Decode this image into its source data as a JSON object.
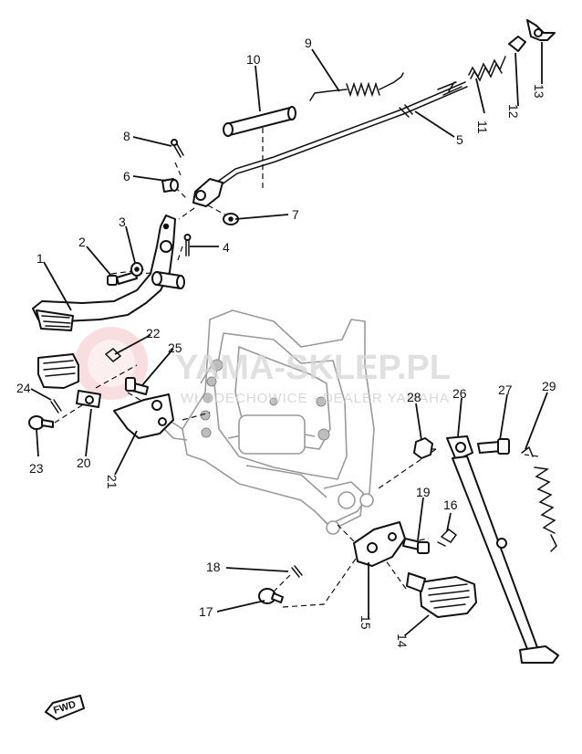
{
  "watermark": {
    "brand": "YAMA-SKLEP.PL",
    "tagline": "WŁODECHOWICE - DEALER YAMAHA"
  },
  "direction_badge": "FWD",
  "callouts": [
    "1",
    "2",
    "3",
    "4",
    "5",
    "6",
    "7",
    "8",
    "9",
    "10",
    "11",
    "12",
    "13",
    "14",
    "15",
    "16",
    "17",
    "18",
    "19",
    "20",
    "21",
    "22",
    "23",
    "24",
    "25",
    "26",
    "27",
    "28",
    "29"
  ],
  "colors": {
    "ink": "#111111",
    "frame": "#9a9a9a",
    "watermark_logo": "#f3c8c8"
  }
}
